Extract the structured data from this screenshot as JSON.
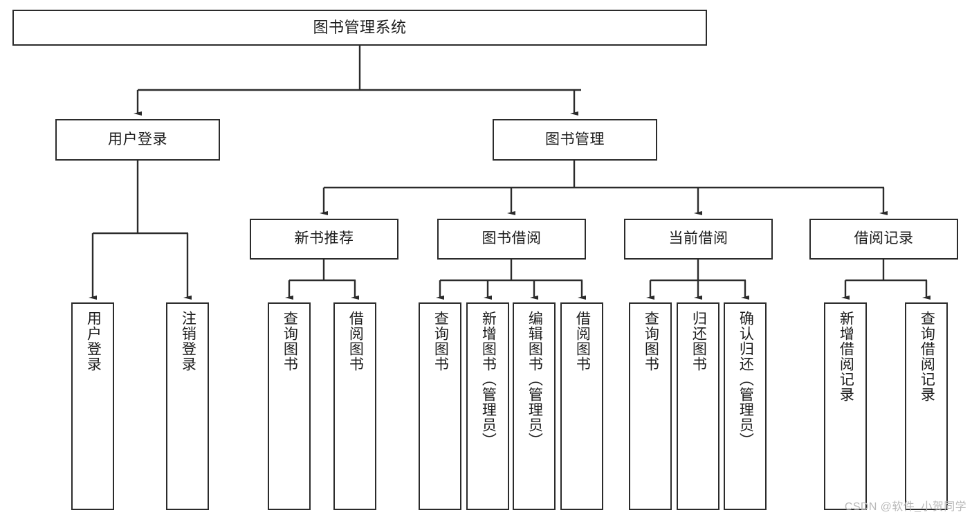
{
  "diagram": {
    "title": "图书管理系统",
    "type": "tree",
    "watermark": "CSDN @软件_小贺同学",
    "colors": {
      "stroke": "#2b2b2b",
      "background": "#ffffff",
      "text": "#1c1c1c",
      "watermark": "#b9b9b9"
    },
    "levels": {
      "level1": [
        {
          "id": "root",
          "label": "图书管理系统"
        }
      ],
      "level2": [
        {
          "id": "user-login",
          "label": "用户登录"
        },
        {
          "id": "book-manage",
          "label": "图书管理"
        }
      ],
      "level3": [
        {
          "id": "new-book-rec",
          "label": "新书推荐",
          "parent": "book-manage"
        },
        {
          "id": "book-borrow",
          "label": "图书借阅",
          "parent": "book-manage"
        },
        {
          "id": "current-borrow",
          "label": "当前借阅",
          "parent": "book-manage"
        },
        {
          "id": "borrow-record",
          "label": "借阅记录",
          "parent": "book-manage"
        }
      ],
      "level4": [
        {
          "id": "leaf-user-login",
          "label": "用户登录",
          "parent": "user-login"
        },
        {
          "id": "leaf-user-logout",
          "label": "注销登录",
          "parent": "user-login"
        },
        {
          "id": "leaf-query-book-1",
          "label": "查询图书",
          "parent": "new-book-rec"
        },
        {
          "id": "leaf-borrow-book-1",
          "label": "借阅图书",
          "parent": "new-book-rec"
        },
        {
          "id": "leaf-query-book-2",
          "label": "查询图书",
          "parent": "book-borrow"
        },
        {
          "id": "leaf-add-book",
          "label": "新增图书（管理员）",
          "parent": "book-borrow"
        },
        {
          "id": "leaf-edit-book",
          "label": "编辑图书（管理员）",
          "parent": "book-borrow"
        },
        {
          "id": "leaf-borrow-book-2",
          "label": "借阅图书",
          "parent": "book-borrow"
        },
        {
          "id": "leaf-query-book-3",
          "label": "查询图书",
          "parent": "current-borrow"
        },
        {
          "id": "leaf-return-book",
          "label": "归还图书",
          "parent": "current-borrow"
        },
        {
          "id": "leaf-confirm-return",
          "label": "确认归还（管理员）",
          "parent": "current-borrow"
        },
        {
          "id": "leaf-add-record",
          "label": "新增借阅记录",
          "parent": "borrow-record"
        },
        {
          "id": "leaf-query-record",
          "label": "查询借阅记录",
          "parent": "borrow-record"
        }
      ]
    }
  }
}
